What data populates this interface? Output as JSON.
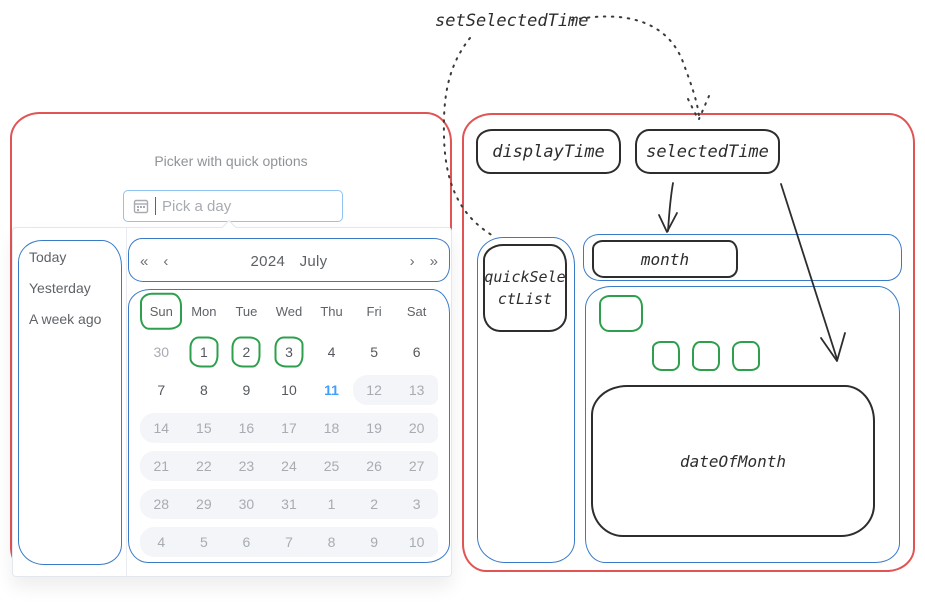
{
  "diagram": {
    "set_selected_time": "setSelectedTime",
    "display_time": "displayTime",
    "selected_time": "selectedTime",
    "month": "month",
    "quick_select_list_line1": "quickSele",
    "quick_select_list_line2": "ctList",
    "date_of_month": "dateOfMonth"
  },
  "colors": {
    "annotation_red": "#e05454",
    "annotation_blue": "#3a7bc8",
    "annotation_green": "#2ea04d",
    "annotation_ink": "#2d2d2d",
    "selected_day": "#409eff",
    "disabled_bg": "#f3f5f8"
  },
  "picker": {
    "title": "Picker with quick options",
    "input_placeholder": "Pick a day",
    "quick_options": [
      "Today",
      "Yesterday",
      "A week ago"
    ],
    "header": {
      "prev_year": "«",
      "prev_month": "‹",
      "year": "2024",
      "month": "July",
      "next_month": "›",
      "next_year": "»"
    },
    "day_names": [
      {
        "label": "Sun",
        "ring": true
      },
      {
        "label": "Mon",
        "ring": false
      },
      {
        "label": "Tue",
        "ring": false
      },
      {
        "label": "Wed",
        "ring": false
      },
      {
        "label": "Thu",
        "ring": false
      },
      {
        "label": "Fri",
        "ring": false
      },
      {
        "label": "Sat",
        "ring": false
      }
    ],
    "weeks": [
      [
        {
          "d": "30",
          "s": "muted"
        },
        {
          "d": "1",
          "s": "normal",
          "ring": true
        },
        {
          "d": "2",
          "s": "normal",
          "ring": true
        },
        {
          "d": "3",
          "s": "normal",
          "ring": true
        },
        {
          "d": "4",
          "s": "normal"
        },
        {
          "d": "5",
          "s": "normal"
        },
        {
          "d": "6",
          "s": "normal"
        }
      ],
      [
        {
          "d": "7",
          "s": "normal"
        },
        {
          "d": "8",
          "s": "normal"
        },
        {
          "d": "9",
          "s": "normal"
        },
        {
          "d": "10",
          "s": "normal"
        },
        {
          "d": "11",
          "s": "selected"
        },
        {
          "d": "12",
          "s": "disabled"
        },
        {
          "d": "13",
          "s": "disabled"
        }
      ],
      [
        {
          "d": "14",
          "s": "disabled"
        },
        {
          "d": "15",
          "s": "disabled"
        },
        {
          "d": "16",
          "s": "disabled"
        },
        {
          "d": "17",
          "s": "disabled"
        },
        {
          "d": "18",
          "s": "disabled"
        },
        {
          "d": "19",
          "s": "disabled"
        },
        {
          "d": "20",
          "s": "disabled"
        }
      ],
      [
        {
          "d": "21",
          "s": "disabled"
        },
        {
          "d": "22",
          "s": "disabled"
        },
        {
          "d": "23",
          "s": "disabled"
        },
        {
          "d": "24",
          "s": "disabled"
        },
        {
          "d": "25",
          "s": "disabled"
        },
        {
          "d": "26",
          "s": "disabled"
        },
        {
          "d": "27",
          "s": "disabled"
        }
      ],
      [
        {
          "d": "28",
          "s": "disabled"
        },
        {
          "d": "29",
          "s": "disabled"
        },
        {
          "d": "30",
          "s": "disabled"
        },
        {
          "d": "31",
          "s": "disabled"
        },
        {
          "d": "1",
          "s": "disabled"
        },
        {
          "d": "2",
          "s": "disabled"
        },
        {
          "d": "3",
          "s": "disabled"
        }
      ],
      [
        {
          "d": "4",
          "s": "disabled"
        },
        {
          "d": "5",
          "s": "disabled"
        },
        {
          "d": "6",
          "s": "disabled"
        },
        {
          "d": "7",
          "s": "disabled"
        },
        {
          "d": "8",
          "s": "disabled"
        },
        {
          "d": "9",
          "s": "disabled"
        },
        {
          "d": "10",
          "s": "disabled"
        }
      ]
    ]
  }
}
